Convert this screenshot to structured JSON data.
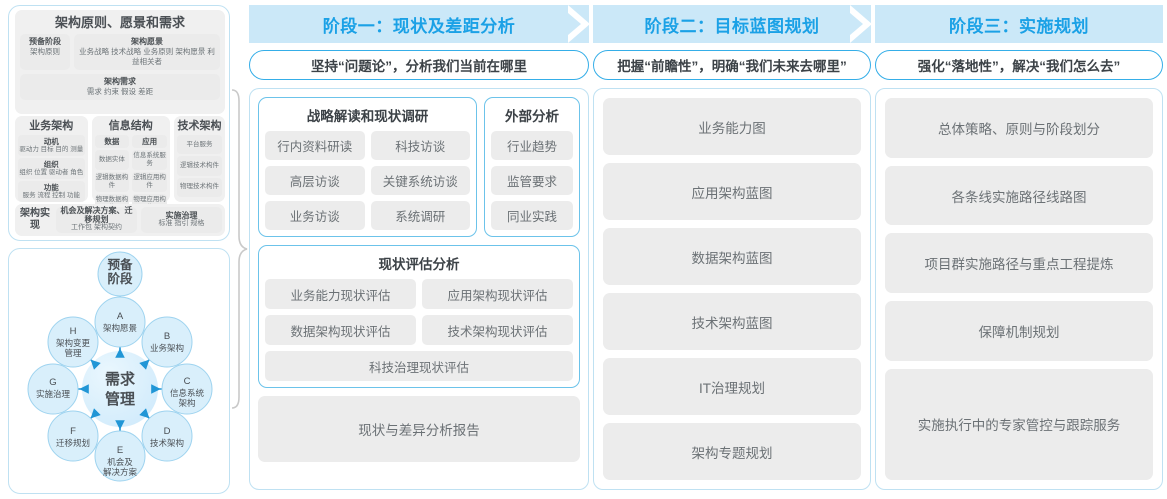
{
  "left_panel": {
    "togaf": {
      "header": "架构原则、愿景和需求",
      "prep": {
        "title": "预备阶段",
        "items": "架构原则"
      },
      "vision": {
        "title": "架构愿景",
        "items": "业务战略 技术战略 业务原则 架构愿景 利益相关者"
      },
      "requirements": {
        "title": "架构需求",
        "items": "需求   约束   假设   差距"
      },
      "domains": [
        {
          "title": "业务架构",
          "columns": [
            [
              {
                "title": "动机",
                "items": "驱动力 目标 目的 测量"
              },
              {
                "title": "组织",
                "items": "组织 位置 驱动者 角色"
              },
              {
                "title": "功能",
                "items": "服务 流程 控制 功能"
              }
            ]
          ]
        },
        {
          "title": "信息结构",
          "columns": [
            [
              {
                "title": "数据",
                "items": ""
              },
              {
                "title": "",
                "items": "数据实体"
              },
              {
                "title": "",
                "items": "逻辑数据构件"
              },
              {
                "title": "",
                "items": "物理数据构件"
              }
            ],
            [
              {
                "title": "应用",
                "items": ""
              },
              {
                "title": "",
                "items": "信息系统服务"
              },
              {
                "title": "",
                "items": "逻辑应用构件"
              },
              {
                "title": "",
                "items": "物理应用构件"
              }
            ]
          ]
        },
        {
          "title": "技术架构",
          "columns": [
            [
              {
                "title": "",
                "items": "平台服务"
              },
              {
                "title": "",
                "items": "逻辑技术构件"
              },
              {
                "title": "",
                "items": "物理技术构件"
              }
            ]
          ]
        }
      ],
      "realize": {
        "label": "架构实现",
        "cards": [
          {
            "title": "机会及解决方案、迁移规划",
            "items": "工作包 架构契约"
          },
          {
            "title": "实施治理",
            "items": "标准 指引 规格"
          }
        ]
      }
    },
    "cycle": {
      "center": "需求管理",
      "top_node": "预备阶段",
      "nodes": [
        {
          "key": "A",
          "label": "架构愿景"
        },
        {
          "key": "B",
          "label": "业务架构"
        },
        {
          "key": "C",
          "label": "信息系统架构"
        },
        {
          "key": "D",
          "label": "技术架构"
        },
        {
          "key": "E",
          "label": "机会及解决方案"
        },
        {
          "key": "F",
          "label": "迁移规划"
        },
        {
          "key": "G",
          "label": "实施治理"
        },
        {
          "key": "H",
          "label": "架构变更管理"
        }
      ]
    }
  },
  "phases": [
    {
      "head": "阶段一：现状及差距分析",
      "sub": "坚持“问题论”，分析我们当前在哪里",
      "cards": [
        {
          "title": "战略解读和现状调研",
          "items": [
            "行内资料研读",
            "科技访谈",
            "高层访谈",
            "关键系统访谈",
            "业务访谈",
            "系统调研"
          ]
        },
        {
          "title": "外部分析",
          "items": [
            "行业趋势",
            "监管要求",
            "同业实践"
          ]
        },
        {
          "title": "现状评估分析",
          "items": [
            "业务能力现状评估",
            "应用架构现状评估",
            "数据架构现状评估",
            "技术架构现状评估",
            "科技治理现状评估"
          ]
        }
      ],
      "report": "现状与差异分析报告"
    },
    {
      "head": "阶段二：目标蓝图规划",
      "sub": "把握“前瞻性”，明确“我们未来去哪里”",
      "items": [
        "业务能力图",
        "应用架构蓝图",
        "数据架构蓝图",
        "技术架构蓝图",
        "IT治理规划",
        "架构专题规划"
      ]
    },
    {
      "head": "阶段三：实施规划",
      "sub": "强化“落地性”，解决“我们怎么去”",
      "items": [
        "总体策略、原则与阶段划分",
        "各条线实施路径线路图",
        "项目群实施路径与重点工程提炼",
        "保障机制规划",
        "实施执行中的专家管控与跟踪服务"
      ]
    }
  ],
  "colors": {
    "header_band": "#cbe8f8",
    "header_text": "#1ba1e6",
    "panel_border": "#bfe1f2",
    "card_border": "#6cc3ea",
    "chip_bg": "#ececec",
    "text": "#6b7175",
    "cycle_node": "#d6eefb",
    "arrow": "#2196d6"
  }
}
